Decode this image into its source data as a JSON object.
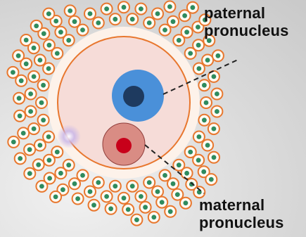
{
  "labels": {
    "paternal": [
      "paternal",
      "pronucleus"
    ],
    "maternal": [
      "maternal",
      "pronucleus"
    ]
  },
  "colors": {
    "background_light": "#f1f1f1",
    "background_dark": "#c9c9c9",
    "follicle_cell_fill": "#fefaf2",
    "follicle_cell_border": "#e8772e",
    "follicle_nucleus": "#2e8b5e",
    "zona_pellucida": "#fdf2ea",
    "oolemma": "#e8772e",
    "cytoplasm": "#f6dcd8",
    "paternal_outer": "#4a90d9",
    "paternal_inner": "#1e3a5f",
    "maternal_outer": "#d98c84",
    "maternal_inner": "#c8001a",
    "polar_body": "#c9b6e8",
    "leader_line": "#222222"
  },
  "icons": {
    "follicle_cell": "follicle-cell-icon",
    "polar_body": "polar-body-icon"
  }
}
